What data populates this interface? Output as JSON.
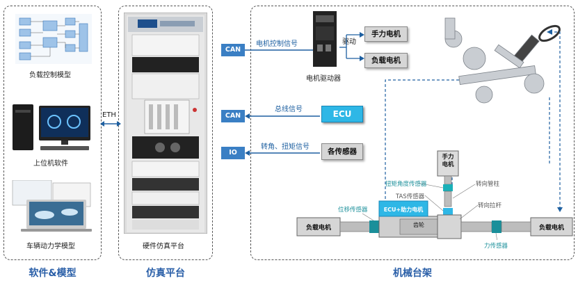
{
  "sections": {
    "software": "软件&模型",
    "platform": "仿真平台",
    "bench": "机械台架"
  },
  "software": {
    "load_model": "负载控制模型",
    "host": "上位机软件",
    "vehicle": "车辆动力学模型"
  },
  "platform": {
    "rack_label": "硬件仿真平台",
    "eth": "ETH"
  },
  "interfaces": {
    "can1": "CAN",
    "can2": "CAN",
    "io": "IO",
    "motor_signal": "电机控制信号",
    "bus_signal": "总线信号",
    "angle_signal": "转角、扭矩信号"
  },
  "bench": {
    "driver_label": "电机驱动器",
    "drive": "驱动",
    "hand_motor": "手力电机",
    "load_motor": "负载电机",
    "ecu": "ECU",
    "sensors": "各传感器",
    "hand_motor_small": "手力\n电机",
    "torque_sensor": "扭矩角度传感器",
    "steering_column": "转向管柱",
    "tas_sensor": "TAS传感器",
    "tie_rod": "转向拉杆",
    "displacement_sensor": "位移传感器",
    "ecu_assist": "ECU+助力电机",
    "gear": "齿轮",
    "force_sensor": "力传感器",
    "load_motor_left": "负载电机",
    "load_motor_right": "负载电机"
  },
  "colors": {
    "accent_blue": "#3a7fc4",
    "title_blue": "#2a5fa8",
    "ecu_cyan": "#2eb7e6",
    "teal": "#1a8f9a"
  }
}
